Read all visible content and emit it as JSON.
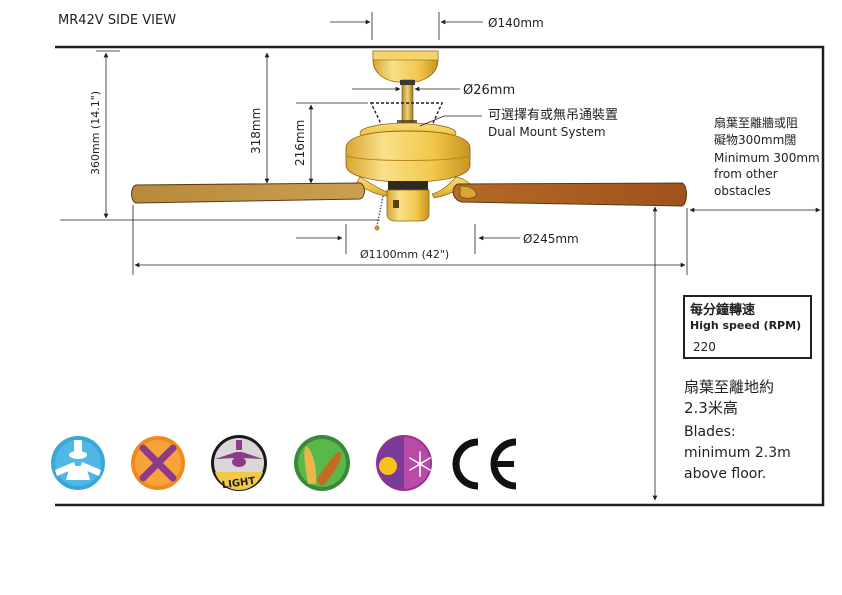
{
  "header": {
    "title": "MR42V  SIDE VIEW"
  },
  "dimensions": {
    "canopy_diameter": "Ø140mm",
    "downrod_diameter": "Ø26mm",
    "overall_height": "360mm (14.1\")",
    "height_318": "318mm",
    "height_216": "216mm",
    "blade_span": "Ø1100mm  (42\")",
    "motor_diameter": "Ø245mm"
  },
  "mount_note": {
    "zh": "可選擇有或無吊通裝置",
    "en": "Dual Mount System"
  },
  "clearance_note": {
    "zh_line1": "扇葉至離牆或阻",
    "zh_line2": "礙物300mm闊",
    "en_line1": "Minimum 300mm",
    "en_line2": "from other",
    "en_line3": "obstacles"
  },
  "speed_box": {
    "zh": "每分鐘轉速",
    "en": "High speed (RPM)",
    "value": "220"
  },
  "floor_note": {
    "zh_line1": "扇葉至離地約",
    "zh_line2": "2.3米高",
    "en_line1": "Blades:",
    "en_line2": "minimum 2.3m",
    "en_line3": "above floor."
  },
  "features": {
    "icons": [
      "fan-blades-icon",
      "four-blade-icon",
      "light-kit-icon",
      "wood-blades-icon",
      "summer-winter-icon",
      "ce-mark-icon"
    ],
    "light_label": "LIGHT",
    "ce_label": "CE"
  },
  "colors": {
    "line": "#231f20",
    "brass": "#f2c84b",
    "brass_dark": "#c99a24",
    "blade": "#b5631f",
    "blade_light": "#c9a050",
    "light_blue": "#3aa7d8",
    "orange": "#f08a1c",
    "purple": "#8e3a8a",
    "green": "#4aa34a",
    "magenta": "#9b2f8e"
  }
}
